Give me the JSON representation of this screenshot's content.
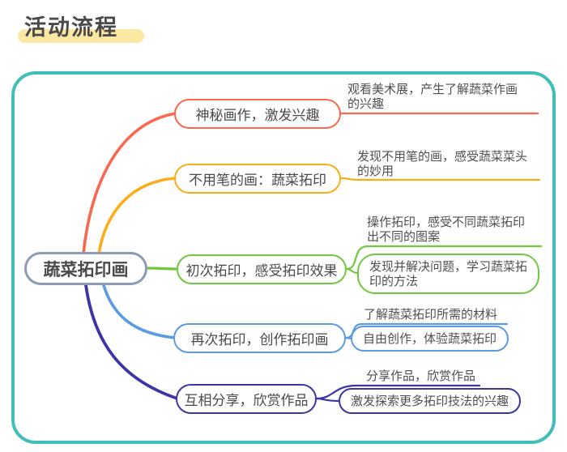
{
  "page": {
    "title": "活动流程"
  },
  "mindmap": {
    "root": {
      "label": "蔬菜拓印画"
    },
    "branches": [
      {
        "label": "神秘画作，激发兴趣",
        "color": "#F9674E",
        "children": [
          {
            "label": "观看美术展，产生了解蔬菜作画\n的兴趣",
            "style": "underline"
          }
        ]
      },
      {
        "label": "不用笔的画：蔬菜拓印",
        "color": "#FBAD18",
        "children": [
          {
            "label": "发现不用笔的画，感受蔬菜菜头\n的妙用",
            "style": "underline"
          }
        ]
      },
      {
        "label": "初次拓印，感受拓印效果",
        "color": "#6FC83F",
        "children": [
          {
            "label": "操作拓印，感受不同蔬菜拓印\n出不同的图案",
            "style": "underline"
          },
          {
            "label": "发现并解决问题，学习蔬菜拓\n印的方法",
            "style": "pill"
          }
        ]
      },
      {
        "label": "再次拓印，创作拓印画",
        "color": "#5B9BE0",
        "children": [
          {
            "label": "了解蔬菜拓印所需的材料",
            "style": "underline"
          },
          {
            "label": "自由创作，体验蔬菜拓印",
            "style": "pill"
          }
        ]
      },
      {
        "label": "互相分享，欣赏作品",
        "color": "#3D35A4",
        "children": [
          {
            "label": "分享作品，欣赏作品",
            "style": "underline"
          },
          {
            "label": "激发探索更多拓印技法的兴趣",
            "style": "pill"
          }
        ]
      }
    ]
  },
  "colors": {
    "container_border": "#41BEB7",
    "title_highlight": "#FBE8A3",
    "root_border": "#8C9CB4",
    "branch_red": "#F9674E",
    "branch_orange": "#FBAD18",
    "branch_green": "#6FC83F",
    "branch_blue": "#5B9BE0",
    "branch_indigo": "#3D35A4",
    "text": "#4A4A4A"
  }
}
